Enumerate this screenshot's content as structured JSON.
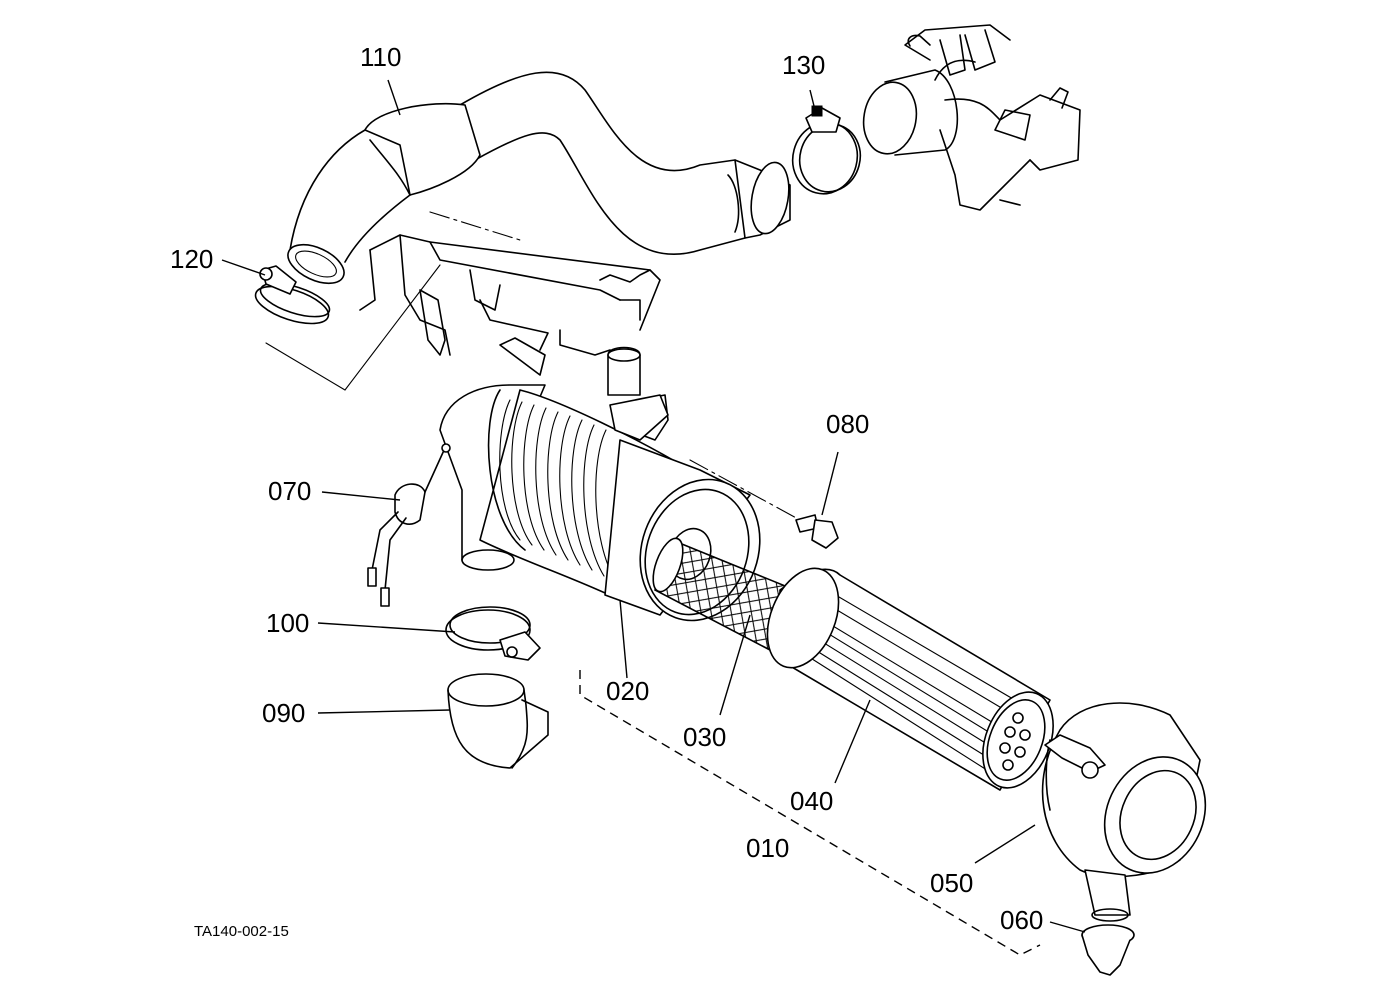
{
  "diagram": {
    "reference_code": "TA140-002-15",
    "part_numbers": {
      "p110": "110",
      "p120": "120",
      "p130": "130",
      "p070": "070",
      "p080": "080",
      "p100": "100",
      "p090": "090",
      "p020": "020",
      "p030": "030",
      "p040": "040",
      "p010": "010",
      "p050": "050",
      "p060": "060"
    }
  }
}
